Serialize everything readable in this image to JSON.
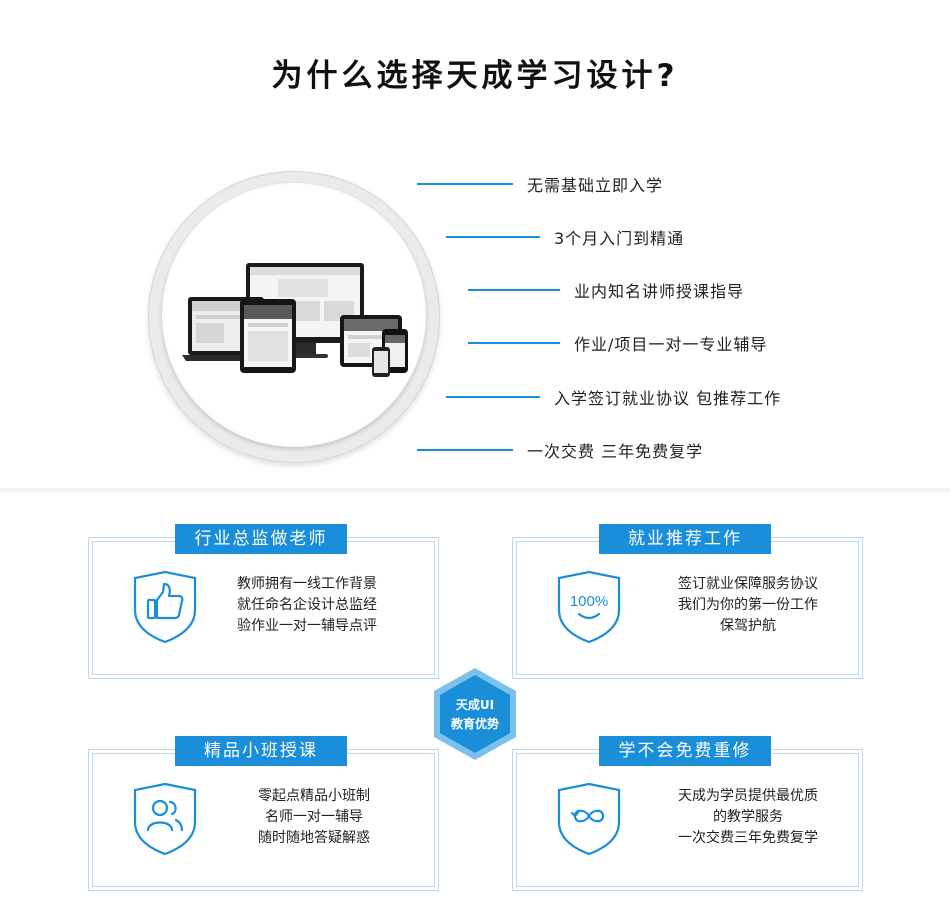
{
  "page": {
    "title": "为什么选择天成学习设计?"
  },
  "features": [
    "无需基础立即入学",
    "3个月入门到精通",
    "业内知名讲师授课指导",
    "作业/项目一对一专业辅导",
    "入学签订就业协议  包推荐工作",
    "一次交费  三年免费复学"
  ],
  "center_badge": {
    "line1": "天成UI",
    "line2": "教育优势"
  },
  "cards": [
    {
      "title": "行业总监做老师",
      "icon": "thumbs-up-icon",
      "lines": [
        "教师拥有一线工作背景",
        "就任命名企设计总监经",
        "验作业一对一辅导点评"
      ]
    },
    {
      "title": "就业推荐工作",
      "icon": "100-percent-icon",
      "icon_text": "100%",
      "lines": [
        "签订就业保障服务协议",
        "我们为你的第一份工作",
        "保驾护航"
      ]
    },
    {
      "title": "精品小班授课",
      "icon": "users-icon",
      "lines": [
        "零起点精品小班制",
        "名师一对一辅导",
        "随时随地答疑解惑"
      ]
    },
    {
      "title": "学不会免费重修",
      "icon": "infinity-icon",
      "lines": [
        "天成为学员提供最优质",
        "的教学服务",
        "一次交费三年免费复学"
      ]
    }
  ],
  "colors": {
    "accent": "#1a8ed9",
    "border": "#bfd6ec",
    "text": "#222222"
  }
}
